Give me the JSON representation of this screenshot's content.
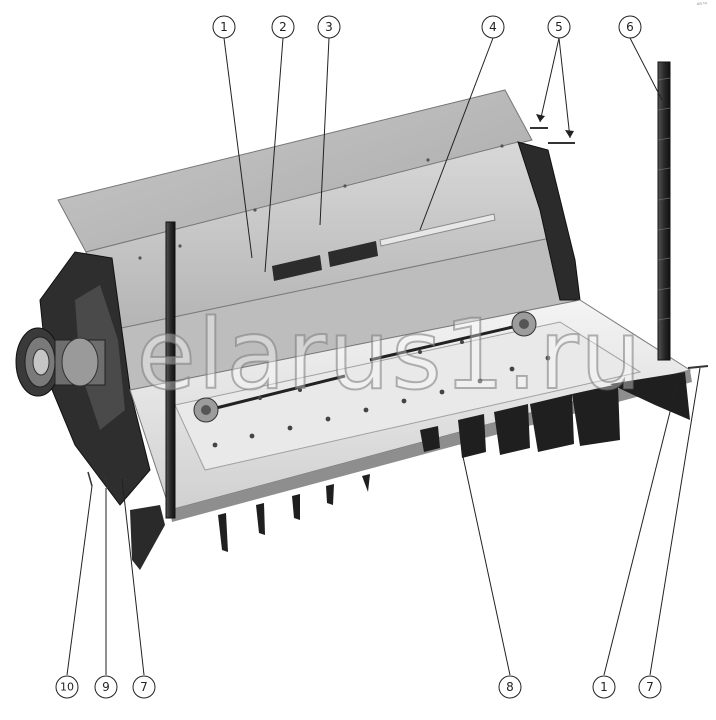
{
  "watermark": "elarus1.ru",
  "corner_mark": "ᴬᴿ™",
  "callouts": [
    {
      "id": "c1-top",
      "label": "1"
    },
    {
      "id": "c2-top",
      "label": "2"
    },
    {
      "id": "c3-top",
      "label": "3"
    },
    {
      "id": "c4-top",
      "label": "4"
    },
    {
      "id": "c5-top",
      "label": "5"
    },
    {
      "id": "c6-top",
      "label": "6"
    },
    {
      "id": "c10-bottom",
      "label": "10"
    },
    {
      "id": "c9-bottom",
      "label": "9"
    },
    {
      "id": "c7-bottom-left",
      "label": "7"
    },
    {
      "id": "c8-bottom",
      "label": "8"
    },
    {
      "id": "c1-bottom",
      "label": "1"
    },
    {
      "id": "c7-bottom-right",
      "label": "7"
    }
  ]
}
